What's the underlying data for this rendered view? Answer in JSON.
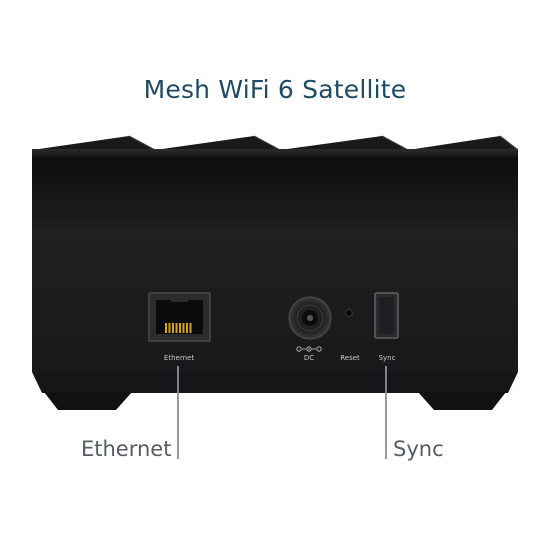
{
  "title": "Mesh WiFi 6 Satellite",
  "device": {
    "port_labels": {
      "ethernet": "Ethernet",
      "dc": "DC",
      "reset": "Reset",
      "sync": "Sync"
    },
    "body_color": "#1b1c1e",
    "accent_color": "#1f4a63"
  },
  "callouts": {
    "ethernet": "Ethernet",
    "sync": "Sync"
  }
}
